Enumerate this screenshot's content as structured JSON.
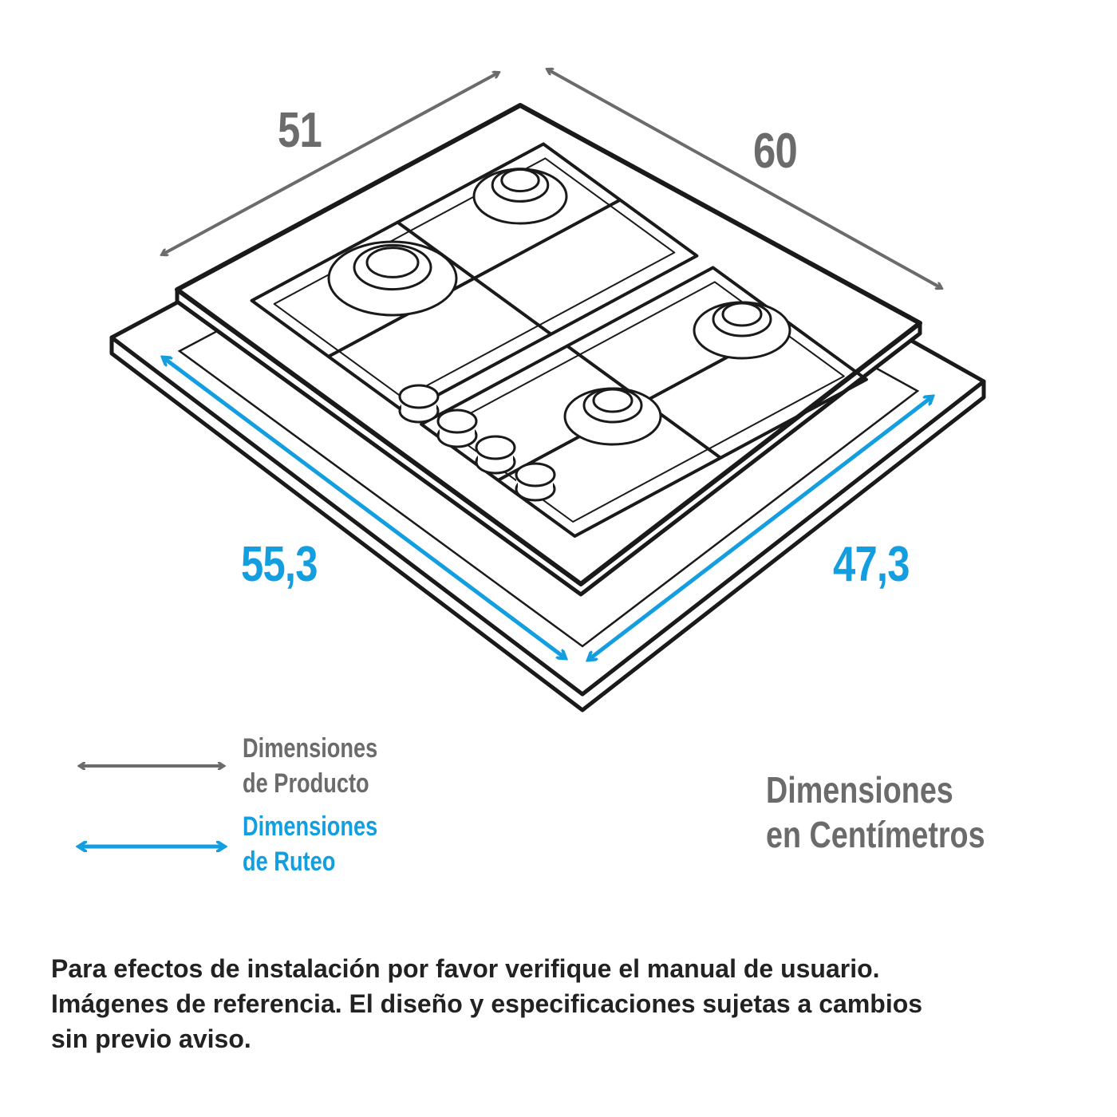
{
  "dimensions": {
    "product_depth": "51",
    "product_width": "60",
    "routing_width": "55,3",
    "routing_depth": "47,3"
  },
  "legend": {
    "product_line1": "Dimensiones",
    "product_line2": "de Producto",
    "routing_line1": "Dimensiones",
    "routing_line2": "de Ruteo"
  },
  "units": {
    "line1": "Dimensiones",
    "line2": "en Centímetros"
  },
  "note": {
    "line1": "Para efectos de instalación por favor verifique el manual de usuario.",
    "line2": "Imágenes de referencia. El diseño y especificaciones sujetas a  cambios",
    "line3": "sin previo aviso."
  },
  "colors": {
    "product": "#6b6b6b",
    "routing": "#139ee0",
    "outline": "#1a1a1a"
  }
}
